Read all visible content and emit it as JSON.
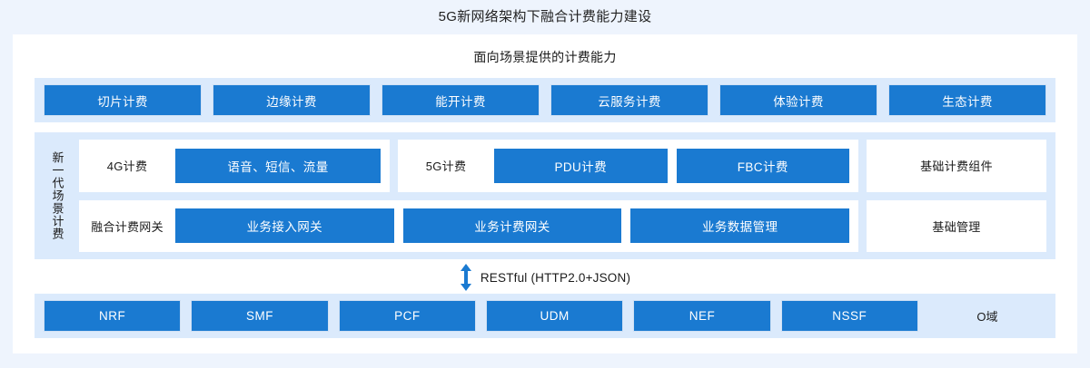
{
  "title": "5G新网络架构下融合计费能力建设",
  "subtitle": "面向场景提供的计费能力",
  "capability_row": {
    "items": [
      {
        "label": "切片计费"
      },
      {
        "label": "边缘计费"
      },
      {
        "label": "能开计费"
      },
      {
        "label": "云服务计费"
      },
      {
        "label": "体验计费"
      },
      {
        "label": "生态计费"
      }
    ]
  },
  "middle": {
    "vertical_label": "新一代场景计费",
    "row1": {
      "group_4g_label": "4G计费",
      "group_4g_button": "语音、短信、流量",
      "group_5g_label": "5G计费",
      "group_5g_buttons": [
        {
          "label": "PDU计费"
        },
        {
          "label": "FBC计费"
        }
      ],
      "side_label": "基础计费组件"
    },
    "row2": {
      "gateway_label": "融合计费网关",
      "gateway_buttons": [
        {
          "label": "业务接入网关"
        },
        {
          "label": "业务计费网关"
        },
        {
          "label": "业务数据管理"
        }
      ],
      "side_label": "基础管理"
    }
  },
  "protocol": {
    "label": "RESTful (HTTP2.0+JSON)",
    "arrow": "double-headed-vertical-arrow"
  },
  "network_row": {
    "items": [
      {
        "label": "NRF"
      },
      {
        "label": "SMF"
      },
      {
        "label": "PCF"
      },
      {
        "label": "UDM"
      },
      {
        "label": "NEF"
      },
      {
        "label": "NSSF"
      }
    ],
    "domain_label": "O域"
  },
  "colors": {
    "page_background": "#eef4fd",
    "card_background": "#ffffff",
    "band_background": "#dbeafc",
    "accent_blue": "#1a7ad1",
    "text_dark": "#1b1b1b"
  }
}
